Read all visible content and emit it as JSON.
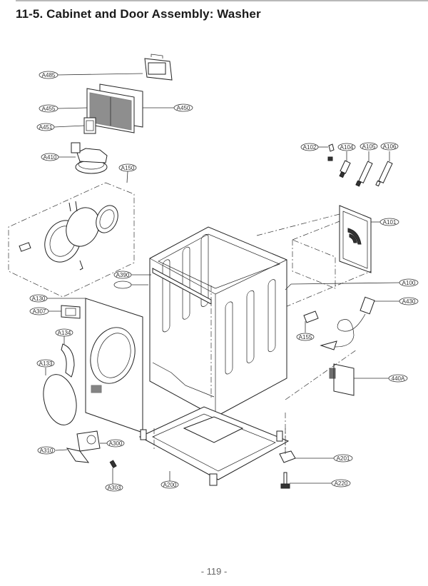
{
  "header": {
    "title": "11-5. Cabinet and Door Assembly: Washer"
  },
  "footer": {
    "page_number": "- 119 -"
  },
  "diagram": {
    "labels": [
      {
        "id": "A485",
        "text": "A485"
      },
      {
        "id": "A455",
        "text": "A455"
      },
      {
        "id": "A450",
        "text": "A450"
      },
      {
        "id": "A451",
        "text": "A451"
      },
      {
        "id": "A410",
        "text": "A410"
      },
      {
        "id": "A150",
        "text": "A150"
      },
      {
        "id": "A102",
        "text": "A102"
      },
      {
        "id": "A104",
        "text": "A104"
      },
      {
        "id": "A105",
        "text": "A105"
      },
      {
        "id": "A106",
        "text": "A106"
      },
      {
        "id": "A101",
        "text": "A101"
      },
      {
        "id": "A390",
        "text": "A390"
      },
      {
        "id": "A390-blank",
        "text": ""
      },
      {
        "id": "A100",
        "text": "A100"
      },
      {
        "id": "A430",
        "text": "A430"
      },
      {
        "id": "A130",
        "text": "A130"
      },
      {
        "id": "A307",
        "text": "A307"
      },
      {
        "id": "A134",
        "text": "A134"
      },
      {
        "id": "A155",
        "text": "A155"
      },
      {
        "id": "A133",
        "text": "A133"
      },
      {
        "id": "440A",
        "text": "440A"
      },
      {
        "id": "A310",
        "text": "A310"
      },
      {
        "id": "A300",
        "text": "A300"
      },
      {
        "id": "A201",
        "text": "A201"
      },
      {
        "id": "A303",
        "text": "A303"
      },
      {
        "id": "A200",
        "text": "A200"
      },
      {
        "id": "A220",
        "text": "A220"
      }
    ]
  }
}
